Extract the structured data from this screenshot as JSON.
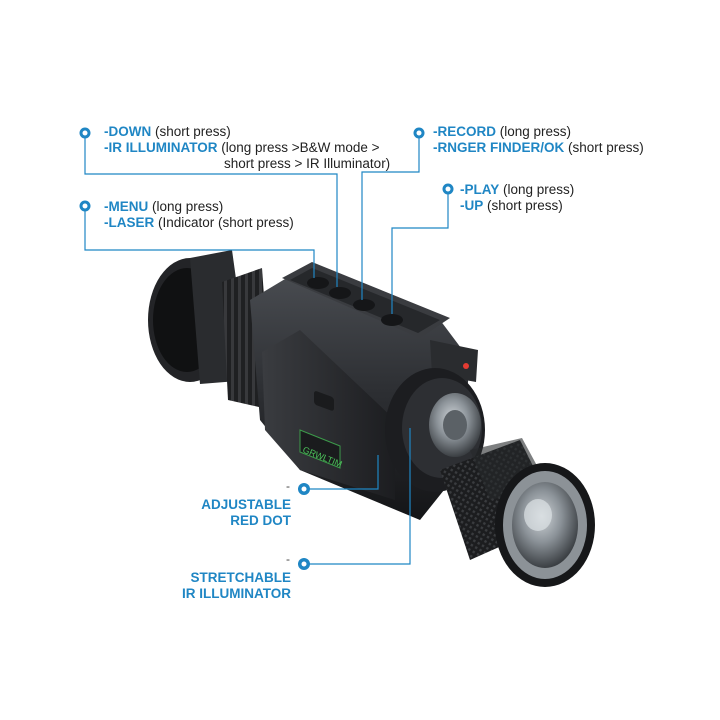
{
  "callouts": {
    "down": {
      "l1_key": "-DOWN",
      "l1_text": " (short press)",
      "l2_key": "-IR ILLUMINATOR",
      "l2_text": " (long press >B&W mode >",
      "l3_text": "short press > IR Illuminator)"
    },
    "record": {
      "l1_key": "-RECORD",
      "l1_text": " (long press)",
      "l2_key": "-RNGER FINDER/OK",
      "l2_text": " (short press)"
    },
    "menu": {
      "l1_key": "-MENU",
      "l1_text": " (long press)",
      "l2_key": "-LASER",
      "l2_text": " (Indicator (short press)"
    },
    "play": {
      "l1_key": "-PLAY",
      "l1_text": " (long press)",
      "l2_key": "-UP",
      "l2_text": " (short press)"
    }
  },
  "features": {
    "red_dot": {
      "dash": "-",
      "line1": "ADJUSTABLE",
      "line2": "RED DOT"
    },
    "ir": {
      "dash": "-",
      "line1": "STRETCHABLE",
      "line2": "IR ILLUMINATOR"
    }
  },
  "device": {
    "badge_text": "GRWLTIM"
  },
  "colors": {
    "accent": "#1f86c4",
    "body": "#2b2d30",
    "dark": "#16181a",
    "text": "#222222"
  }
}
